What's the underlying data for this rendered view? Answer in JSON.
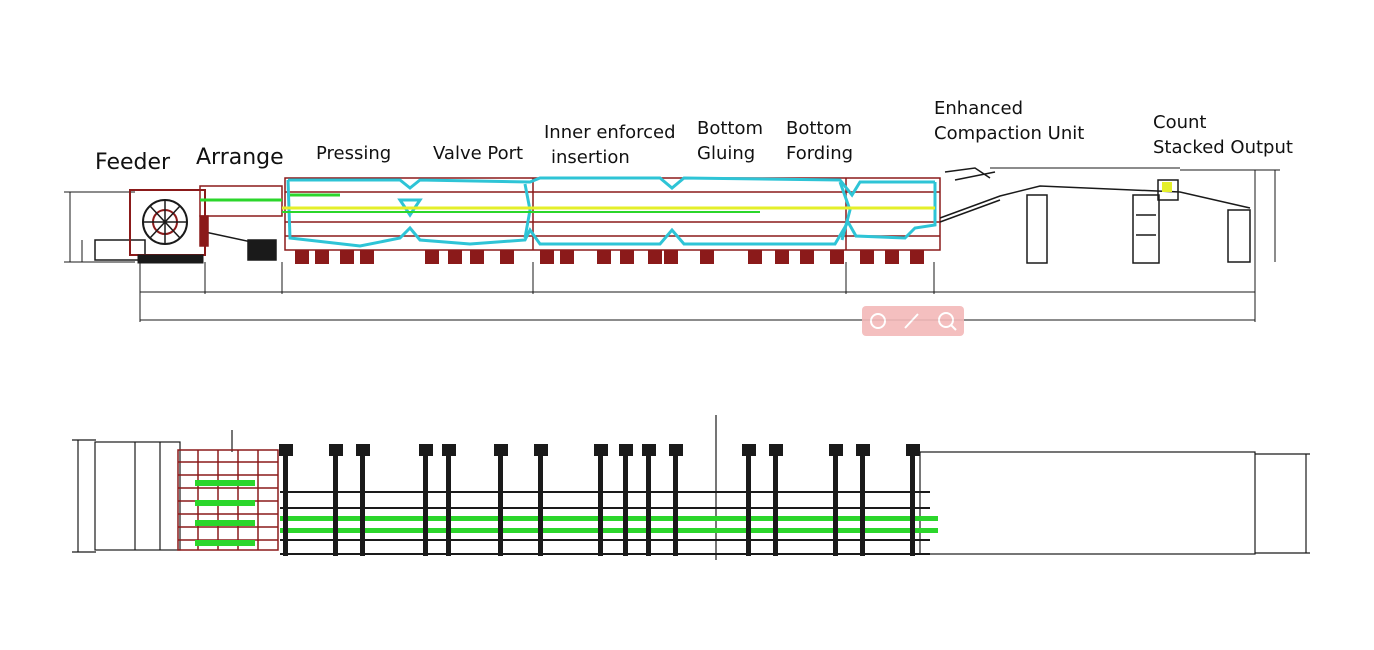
{
  "stations": [
    {
      "id": "feeder",
      "lines": [
        "Feeder"
      ]
    },
    {
      "id": "arrange",
      "lines": [
        "Arrange"
      ]
    },
    {
      "id": "pressing",
      "lines": [
        "Pressing"
      ]
    },
    {
      "id": "valve-port",
      "lines": [
        "Valve Port"
      ]
    },
    {
      "id": "inner-enforced-insertion",
      "lines": [
        "Inner enforced",
        "insertion"
      ]
    },
    {
      "id": "bottom-gluing",
      "lines": [
        "Bottom",
        "Gluing"
      ]
    },
    {
      "id": "bottom-fording",
      "lines": [
        "Bottom",
        "Fording"
      ]
    },
    {
      "id": "enhanced-compaction-unit",
      "lines": [
        "Enhanced",
        "Compaction Unit"
      ]
    },
    {
      "id": "count-stacked-output",
      "lines": [
        "Count",
        "Stacked Output"
      ]
    }
  ],
  "colors": {
    "drawing_line": "#1a1a1a",
    "machine_red": "#8b1a1a",
    "bag_path_cyan": "#2ec4d6",
    "web_green": "#2bd62b",
    "glue_yellow": "#e4ef2a",
    "watermark_red": "#f3b9b9"
  },
  "icons": [
    "share-icon",
    "edit-icon",
    "search-icon"
  ]
}
